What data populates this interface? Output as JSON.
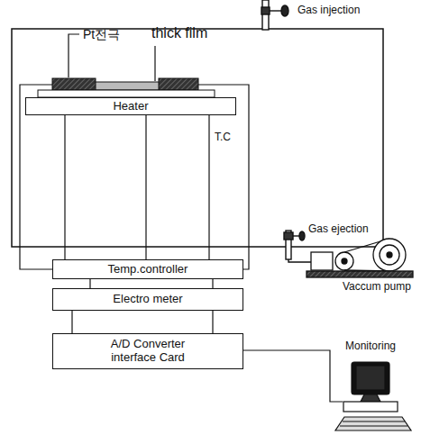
{
  "diagram": {
    "nodes": [
      {
        "text": [
          "Heater"
        ]
      },
      {
        "text": [
          "Temp.controller"
        ]
      },
      {
        "text": [
          "Electro meter"
        ]
      },
      {
        "text": [
          "A/D Converter interface Card"
        ]
      }
    ],
    "edges": [
      {
        "from": 0,
        "to": 1,
        "arrow": "none"
      },
      {
        "from": 1,
        "to": 2,
        "arrow": "none"
      },
      {
        "from": 2,
        "to": 3,
        "arrow": "none"
      }
    ],
    "labels": [
      "Gas injection",
      "Pt전극",
      "thick film",
      "T.C",
      "Gas ejection",
      "Vaccum pump",
      "Monitoring"
    ]
  }
}
